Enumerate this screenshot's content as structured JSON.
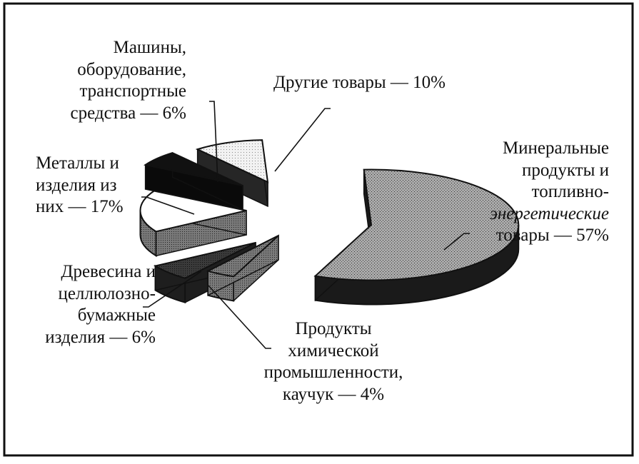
{
  "chart_data": {
    "type": "pie",
    "three_d": true,
    "exploded": true,
    "legend": "none",
    "slices": [
      {
        "key": "mineral",
        "label_lines": [
          "Минеральные",
          "продукты и",
          "топливно-",
          "энергетические",
          "товары — 57%"
        ],
        "value": 57,
        "pattern": "dotted-gray"
      },
      {
        "key": "chemical",
        "label_lines": [
          "Продукты",
          "химической",
          "промышленности,",
          "каучук — 4%"
        ],
        "value": 4,
        "pattern": "dense-gray"
      },
      {
        "key": "wood",
        "label_lines": [
          "Древесина и",
          "целлюлозно-",
          "бумажные",
          "изделия — 6%"
        ],
        "value": 6,
        "pattern": "dark-hatch"
      },
      {
        "key": "metals",
        "label_lines": [
          "Металлы и",
          "изделия из",
          "них — 17%"
        ],
        "value": 17,
        "pattern": "white"
      },
      {
        "key": "machinery",
        "label_lines": [
          "Машины,",
          "оборудование,",
          "транспортные",
          "средства — 6%"
        ],
        "value": 6,
        "pattern": "black"
      },
      {
        "key": "other",
        "label_lines": [
          "Другие товары — 10%"
        ],
        "value": 10,
        "pattern": "light-dotted"
      }
    ]
  }
}
